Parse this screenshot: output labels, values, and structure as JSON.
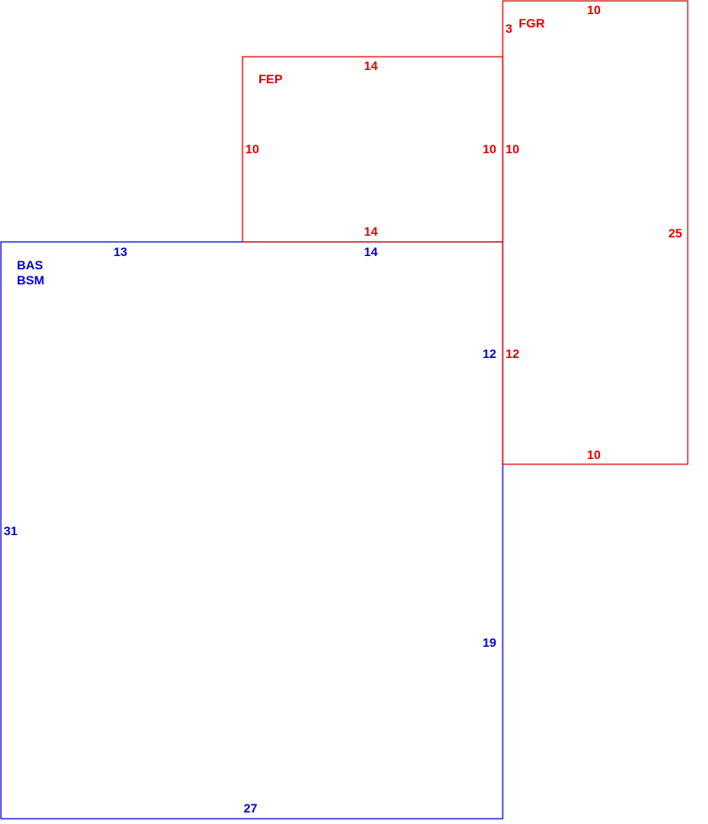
{
  "colors": {
    "blue": "#0000cc",
    "red": "#dd0000",
    "background": "#ffffff"
  },
  "rooms": {
    "bas": {
      "names": [
        "BAS",
        "BSM"
      ],
      "color": "blue",
      "dims": {
        "top_left": "13",
        "top_right": "14",
        "left": "31",
        "right_upper": "12",
        "right_lower": "19",
        "bottom": "27"
      }
    },
    "fep": {
      "name": "FEP",
      "color": "red",
      "dims": {
        "top": "14",
        "left": "10",
        "right": "10",
        "bottom": "14"
      }
    },
    "fgr": {
      "name": "FGR",
      "color": "red",
      "dims": {
        "top": "10",
        "corner": "3",
        "left_upper": "10",
        "left_lower": "12",
        "right": "25",
        "bottom": "10"
      }
    }
  }
}
